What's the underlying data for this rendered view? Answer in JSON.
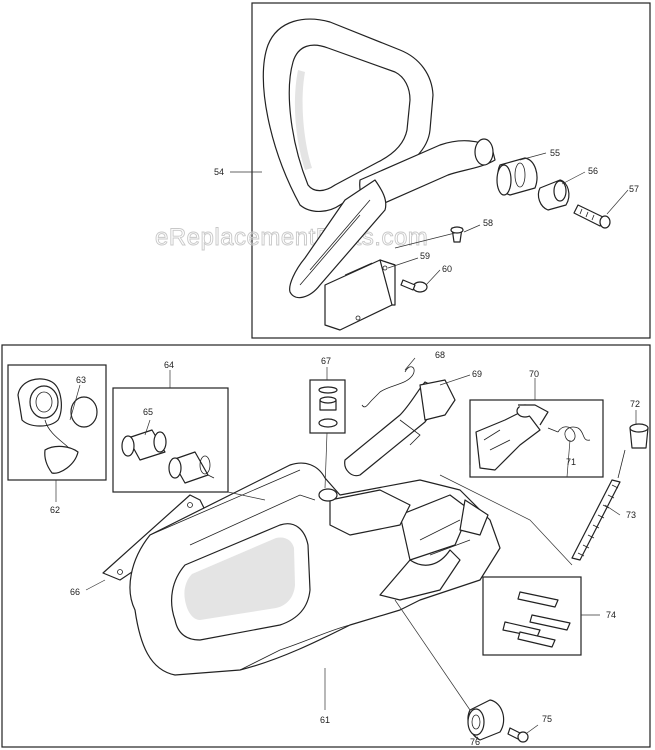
{
  "watermark": "eReplacementParts.com",
  "callouts": {
    "p54": "54",
    "p55": "55",
    "p56": "56",
    "p57": "57",
    "p58": "58",
    "p59": "59",
    "p60": "60",
    "p61": "61",
    "p62": "62",
    "p63": "63",
    "p64": "64",
    "p65": "65",
    "p66": "66",
    "p67": "67",
    "p68": "68",
    "p69": "69",
    "p70": "70",
    "p71": "71",
    "p72": "72",
    "p73": "73",
    "p74": "74",
    "p75": "75",
    "p76": "76"
  }
}
